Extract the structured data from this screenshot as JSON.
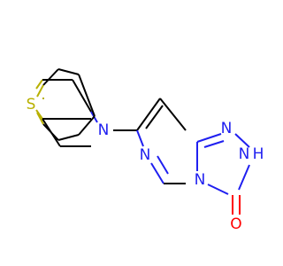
{
  "atoms": {
    "s": {
      "label": "S",
      "color": "#b8b000"
    },
    "n_thiomorpholine": {
      "label": "N",
      "color": "#1f1ff0"
    },
    "n_pyrimidine_left": {
      "label": "N",
      "color": "#1f1ff0"
    },
    "n_bridge": {
      "label": "N",
      "color": "#1f1ff0"
    },
    "n_triazole_top": {
      "label": "N",
      "color": "#1f1ff0"
    },
    "nh_h": {
      "label": "H",
      "color": "#1f1ff0"
    },
    "nh_n": {
      "label": "N",
      "color": "#1f1ff0"
    },
    "o": {
      "label": "O",
      "color": "#ff0000"
    }
  }
}
